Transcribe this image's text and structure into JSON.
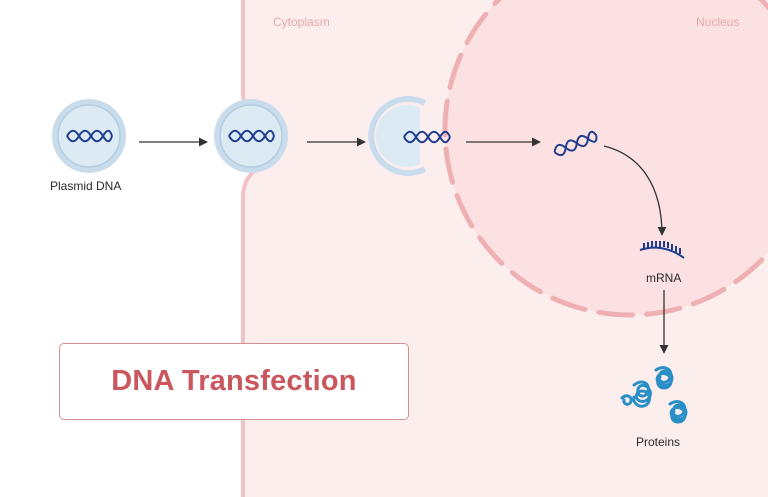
{
  "labels": {
    "cytoplasm": "Cytoplasm",
    "nucleus": "Nucleus",
    "plasmid": "Plasmid DNA",
    "mrna": "mRNA",
    "proteins": "Proteins"
  },
  "title": "DNA Transfection",
  "colors": {
    "cell_fill": "#fdeeee",
    "nucleus_fill": "#fbe1e2",
    "membrane": "#f3c2c4",
    "nuclear_envelope": "#efb0b3",
    "vesicle": "#d8e6f1",
    "vesicle_border": "#a9c6dd",
    "dna": "#1f3d8f",
    "protein": "#2b8fc7",
    "title": "#c9575d"
  },
  "icons": [
    "plasmid-vesicle-icon",
    "endosome-icon",
    "dna-helix-icon",
    "mrna-icon",
    "protein-icon",
    "arrow-icon"
  ]
}
